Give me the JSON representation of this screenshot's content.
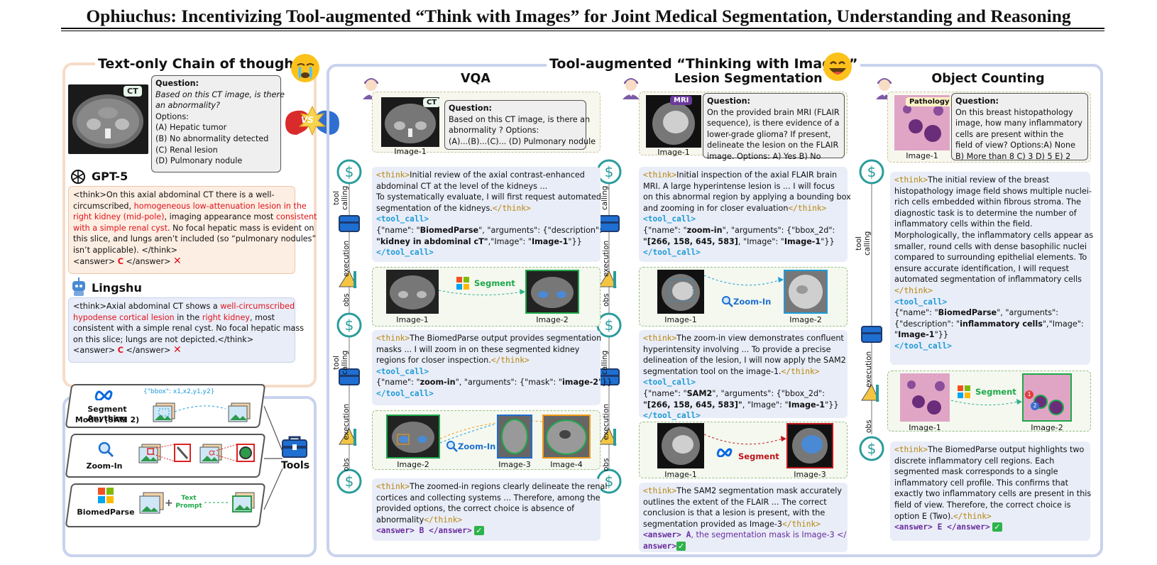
{
  "title": "Ophiuchus: Incentivizing Tool-augmented “Think with Images” for Joint Medical Segmentation, Understanding and Reasoning",
  "left": {
    "heading": "Text-only Chain of thought",
    "ct_tag": "CT",
    "vs": "VS",
    "question": {
      "label": "Question:",
      "lines": [
        "Based on this CT image, is there",
        "an abnormality?"
      ],
      "options_label": "Options:",
      "options": [
        "(A) Hepatic tumor",
        "(B) No abnormality detected",
        "(C) Renal lesion",
        "(D) Pulmonary nodule"
      ]
    },
    "gpt5": {
      "name": "GPT-5",
      "l1": "<think>On this axial abdominal CT there is a well-",
      "l2a": "circumscribed, ",
      "l2b": "homogeneous low-attenuation lesion in the",
      "l3a": "right kidney (mid-pole)",
      "l3b": ", imaging appearance most ",
      "l3c": "consistent",
      "l4a": "with a simple renal cyst",
      "l4b": ". No focal hepatic mass is evident on",
      "l5": "this slice, and lungs aren’t included (so “pulmonary nodules”",
      "l6": "isn’t applicable).  </think>",
      "ans_open": "<answer> ",
      "ans_val": "C",
      "ans_close": " </answer>",
      "mark": "✕"
    },
    "lingshu": {
      "name": "Lingshu",
      "l1a": "<think>Axial abdominal CT shows a ",
      "l1b": "well-circumscribed",
      "l2a": "hypodense cortical lesion",
      "l2b": " in the ",
      "l2c": "right kidney",
      "l2d": ", most",
      "l3": "consistent with a simple renal cyst. No focal hepatic mass",
      "l4": "on this slice; lungs are not depicted.</think>",
      "ans_open": "<answer> ",
      "ans_val": "C",
      "ans_close": " </answer>",
      "mark": "✕"
    }
  },
  "tools": {
    "sam_bbox": "{\"bbox\": x1,x2,y1,y2}",
    "sam_name1": "Segment Anything",
    "sam_name2": "Model  (SAM 2)",
    "zoom_name": "Zoom-In",
    "biomed_name": "BiomedParse",
    "text_prompt1": "Text",
    "text_prompt2": "Prompt",
    "plus": "+",
    "label": "Tools"
  },
  "right": {
    "heading": "Tool-augmented “Thinking with Images”",
    "side_labels": {
      "tool_calling": "tool\ncalling",
      "execution": "execution",
      "obs": "obs"
    },
    "vqa": {
      "heading": "VQA",
      "ct_tag": "CT",
      "image1": "Image-1",
      "q_label": "Question:",
      "q_lines": [
        "Based on this CT image, is there an",
        "abnormality ? Options:",
        "(A)...(B)...(C)... (D) Pulmonary nodule"
      ],
      "t1": [
        "Initial review of the axial contrast-enhanced",
        "abdominal CT at the level of the kidneys ...",
        "To systematically evaluate, I will first request automated",
        "segmentation of the kidneys."
      ],
      "think_open": "<think>",
      "think_close": "</think>",
      "tool_call_open": "<tool_call>",
      "tool_call_close": "</tool_call>",
      "call1a": "{\"name\": \"",
      "call1b": "BiomedParse",
      "call1c": "\", \"arguments\": {\"description\":",
      "call1d": "\"kidney in abdominal cT\"",
      "call1e": ",\"Image\": \"",
      "call1f": "Image-1",
      "call1g": "\"}}",
      "segment_label": "Segment",
      "img_a": "Image-1",
      "img_b": "Image-2",
      "t2": [
        "The BiomedParse output provides segmentation",
        "masks ...  I will zoom in on these segmented kidney",
        "regions for closer inspection."
      ],
      "call2a": "{\"name\": \"",
      "call2b": "zoom-in",
      "call2c": "\", \"arguments\": {\"mask\": \"",
      "call2d": "image-2",
      "call2e": "\"}}",
      "zoom_label": "Zoom-In",
      "img_c": "Image-2",
      "img_d": "Image-3",
      "img_e": "Image-4",
      "t3": [
        "The zoomed-in regions clearly delineate the renal",
        "cortices and collecting systems ... Therefore, among the",
        "provided options, the correct choice is absence of",
        "abnormality"
      ],
      "answer": "<answer> B </answer>",
      "mark": "✓"
    },
    "lesion": {
      "heading": "Lesion Segmentation",
      "mri_tag": "MRI",
      "image1": "Image-1",
      "q_label": "Question:",
      "q_lines": [
        "On the provided brain MRI (FLAIR",
        "sequence), is there evidence of a",
        "lower-grade glioma? If present,",
        "delineate the lesion on the FLAIR",
        "image. Options: A) Yes B) No"
      ],
      "t1": [
        "Initial inspection of the axial FLAIR brain",
        "MRI. A large hyperintense lesion is ... I will focus",
        "on this abnormal region by applying a bounding box",
        "and zooming in for closer evaluation"
      ],
      "call1a": "{\"name\": \"",
      "call1b": "zoom-in",
      "call1c": "\", \"arguments\": {\"bbox_2d\":",
      "call1d": "\"[266, 158, 645, 583]",
      "call1e": ", \"Image\": \"",
      "call1f": "Image-1",
      "call1g": "\"}}",
      "zoom_label": "Zoom-In",
      "img_a": "Image-1",
      "img_b": "Image-2",
      "t2": [
        "The zoom-in view demonstrates confluent",
        "hyperintensity involving ... To provide a precise",
        "delineation of the lesion, I will now apply the SAM2",
        "segmentation tool on the image-1."
      ],
      "call2a": "{\"name\": \"",
      "call2b": "SAM2",
      "call2c": "\", \"arguments\": {\"bbox_2d\":",
      "call2d": "\"[266, 158, 645, 583]\"",
      "call2e": ", \"Image\": \"",
      "call2f": "Image-1",
      "call2g": "\"}}",
      "segment_label": "Segment",
      "img_c": "Image-1",
      "img_d": "Image-3",
      "t3": [
        "The SAM2 segmentation mask accurately",
        "outlines the extent of the FLAIR ... The correct",
        "conclusion is that a lesion is present, with the",
        "segmentation provided as Image-3"
      ],
      "answer1": "<answer> A",
      "answer2": ", the segmentation mask is Image-3 </",
      "answer3": "answer>",
      "mark": "✓"
    },
    "count": {
      "heading": "Object Counting",
      "path_tag": "Pathology",
      "image1": "Image-1",
      "q_label": "Question:",
      "q_lines": [
        "On this breast histopathology",
        "image, how many inflammatory",
        "cells are present within the",
        "field of view? Options:A) None",
        "B) More than 8  C) 3  D) 5  E) 2"
      ],
      "t1": [
        "The initial review of the breast",
        "histopathology image field shows multiple nuclei-",
        "rich cells embedded within fibrous stroma. The",
        "diagnostic task is to determine the number of",
        "inflammatory cells within the field.",
        "Morphologically, the inflammatory cells appear as",
        "smaller, round cells with dense basophilic nuclei",
        "compared to surrounding epithelial elements. To",
        "ensure accurate identification, I will request",
        "automated segmentation of inflammatory cells"
      ],
      "call1a": "{\"name\": \"",
      "call1b": "BiomedParse",
      "call1c": "\", \"arguments\":",
      "call1d": "{\"description\": \"",
      "call1e": "inflammatory cells",
      "call1f": "\",\"Image\":",
      "call1g": "\"",
      "call1h": "Image-1",
      "call1i": "\"}}",
      "segment_label": "Segment",
      "img_a": "Image-1",
      "img_b": "Image-2",
      "badge1": "1",
      "badge2": "2",
      "t2": [
        "The BiomedParse output highlights two",
        "discrete inflammatory cell regions. Each",
        "segmented mask corresponds to a single",
        "inflammatory cell profile. This confirms that",
        "exactly two inflammatory cells are present in this",
        "field of view. Therefore, the correct choice is",
        "option E (Two)."
      ],
      "answer": "<answer> E </answer>",
      "mark": "✓"
    }
  }
}
